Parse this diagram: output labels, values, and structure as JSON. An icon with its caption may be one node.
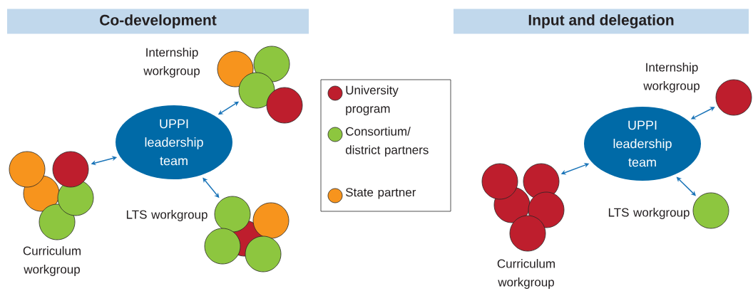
{
  "diagram": {
    "nodes": [
      {
        "text": [
          "Co-development"
        ]
      },
      {
        "text": [
          "UPPI leadership team"
        ]
      },
      {
        "text": [],
        "shape": "circle",
        "beside": [
          "Internship workgroup"
        ]
      },
      {
        "text": [],
        "shape": "circle",
        "beside": [
          "Curriculum workgroup"
        ]
      },
      {
        "text": [],
        "shape": "circle",
        "beside": [
          "LTS workgroup"
        ]
      },
      {
        "text": [
          "Input and delegation"
        ]
      },
      {
        "text": [
          "UPPI leadership team"
        ]
      },
      {
        "text": [],
        "shape": "circle",
        "beside": [
          "Internship workgroup"
        ]
      },
      {
        "text": [],
        "shape": "circle",
        "beside": [
          "Curriculum workgroup"
        ]
      },
      {
        "text": [],
        "shape": "circle",
        "beside": [
          "LTS workgroup"
        ]
      }
    ],
    "edges": [
      {
        "from": 1,
        "to": 2,
        "arrow": "both"
      },
      {
        "from": 1,
        "to": 3,
        "arrow": "both"
      },
      {
        "from": 1,
        "to": 4,
        "arrow": "both"
      },
      {
        "from": 6,
        "to": 7,
        "arrow": "both"
      },
      {
        "from": 6,
        "to": 8,
        "arrow": "both"
      },
      {
        "from": 6,
        "to": 9,
        "arrow": "both"
      }
    ],
    "legend": [
      {
        "text": "University program",
        "color": "#be1e2d"
      },
      {
        "text": "Consortium/ district partners",
        "color": "#8dc63f"
      },
      {
        "text": "State partner",
        "color": "#f7941d"
      }
    ]
  }
}
